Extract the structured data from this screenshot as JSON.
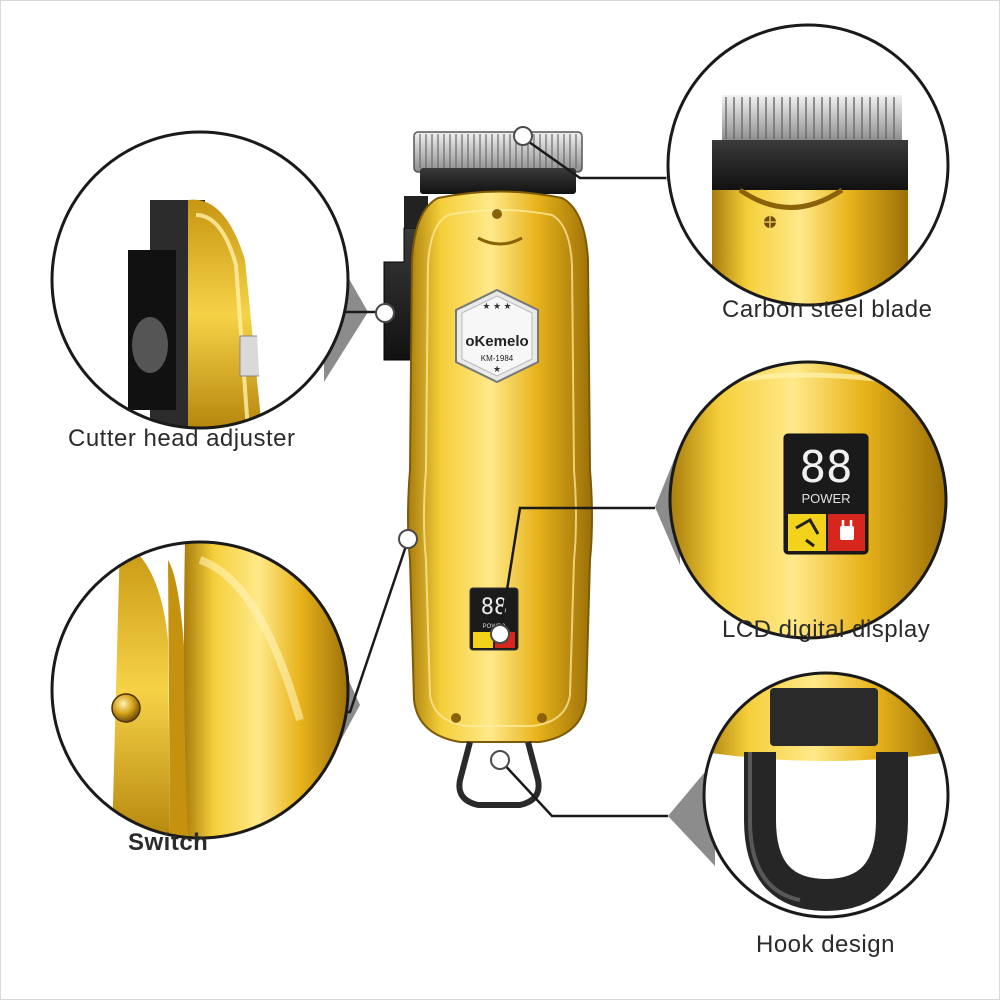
{
  "brand": {
    "logo_text": "oKemelo",
    "model": "KM-1984"
  },
  "display": {
    "digits": "88",
    "power": "POWER"
  },
  "callouts": {
    "cutter_head_adjuster": "Cutter head adjuster",
    "switch": "Switch",
    "carbon_steel_blade": "Carbon steel blade",
    "lcd_digital_display": "LCD digital display",
    "hook_design": "Hook design"
  },
  "colors": {
    "gold": "#e6b51c",
    "gold_dark": "#a87c0c",
    "gold_light": "#ffe27a",
    "blade": "#b9b9b9",
    "leader_line": "#1a1a1a",
    "power_red": "#d7261e",
    "power_yellow": "#f2d21a"
  }
}
